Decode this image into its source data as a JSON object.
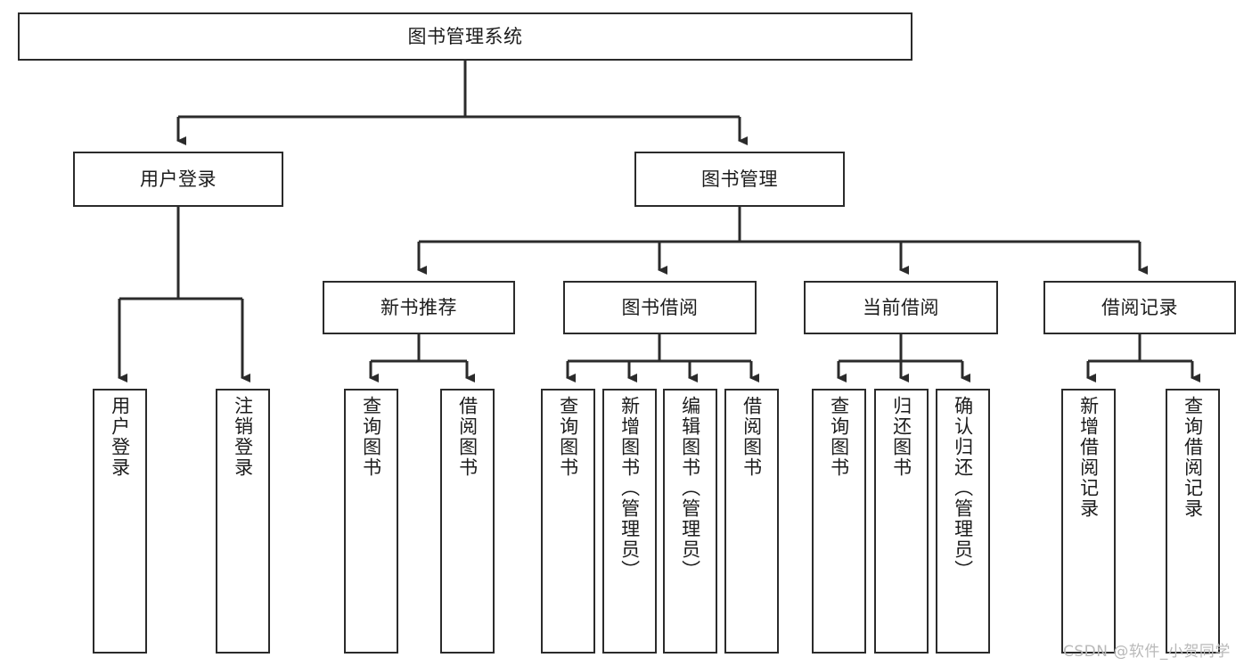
{
  "diagram": {
    "title": "图书管理系统",
    "type": "hierarchy-tree",
    "orientation": "top-down",
    "colors": {
      "box_border": "#2b2b2b",
      "box_fill": "#ffffff",
      "edge": "#2b2b2b",
      "text": "#1c1c1c",
      "watermark": "#b9b9b9"
    }
  },
  "watermark": {
    "text": "CSDN @软件_小贺同学"
  },
  "nodes": {
    "root": {
      "label": "图书管理系统"
    },
    "level2": [
      {
        "id": "user-login",
        "label": "用户登录"
      },
      {
        "id": "book-manage",
        "label": "图书管理"
      }
    ],
    "level3": [
      {
        "id": "new-book-recommend",
        "label": "新书推荐"
      },
      {
        "id": "book-borrow",
        "label": "图书借阅"
      },
      {
        "id": "current-borrow",
        "label": "当前借阅"
      },
      {
        "id": "borrow-record",
        "label": "借阅记录"
      }
    ],
    "leaves": {
      "user_login": [
        {
          "id": "leaf-user-login",
          "label": "用户登录"
        },
        {
          "id": "leaf-user-logout",
          "label": "注销登录"
        }
      ],
      "new_book_recommend": [
        {
          "id": "leaf-query-book-1",
          "label": "查询图书"
        },
        {
          "id": "leaf-borrow-book-1",
          "label": "借阅图书"
        }
      ],
      "book_borrow": [
        {
          "id": "leaf-query-book-2",
          "label": "查询图书"
        },
        {
          "id": "leaf-add-book",
          "label": "新增图书（管理员）"
        },
        {
          "id": "leaf-edit-book",
          "label": "编辑图书（管理员）"
        },
        {
          "id": "leaf-borrow-book-2",
          "label": "借阅图书"
        }
      ],
      "current_borrow": [
        {
          "id": "leaf-query-book-3",
          "label": "查询图书"
        },
        {
          "id": "leaf-return-book",
          "label": "归还图书"
        },
        {
          "id": "leaf-confirm-return",
          "label": "确认归还（管理员）"
        }
      ],
      "borrow_record": [
        {
          "id": "leaf-add-record",
          "label": "新增借阅记录"
        },
        {
          "id": "leaf-query-record",
          "label": "查询借阅记录"
        }
      ]
    }
  }
}
